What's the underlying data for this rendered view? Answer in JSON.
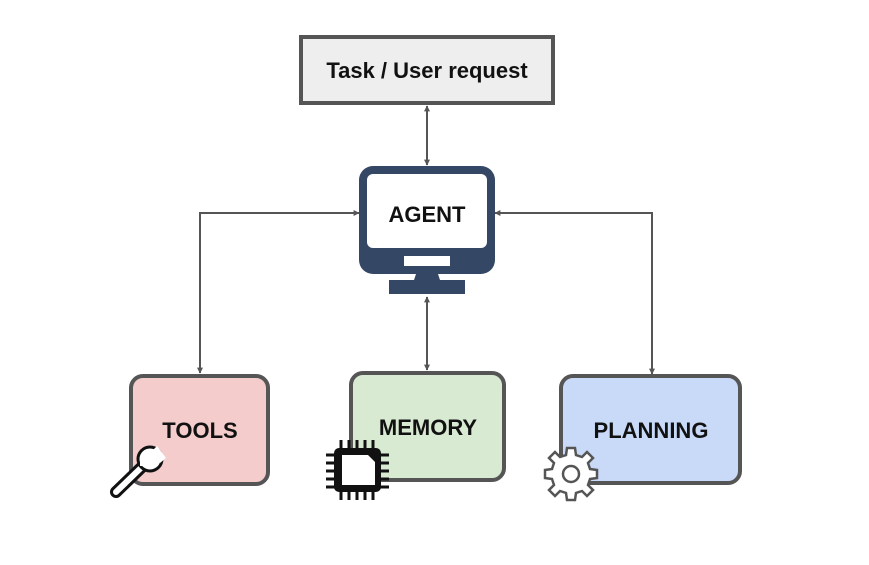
{
  "nodes": {
    "request": {
      "label": "Task / User request",
      "fill": "#eeeeee"
    },
    "agent": {
      "label": "AGENT",
      "fill": "#ffffff",
      "frame": "#344866"
    },
    "tools": {
      "label": "TOOLS",
      "fill": "#f4cccc"
    },
    "memory": {
      "label": "MEMORY",
      "fill": "#d9ead3"
    },
    "planning": {
      "label": "PLANNING",
      "fill": "#c9daf8"
    }
  },
  "colors": {
    "border": "#555555",
    "arrow": "#555555",
    "icon": "#111111"
  },
  "icons": [
    "wrench-icon",
    "chip-icon",
    "gear-icon"
  ],
  "connections": [
    {
      "from": "request",
      "to": "agent",
      "style": "bidirectional"
    },
    {
      "from": "agent",
      "to": "tools",
      "style": "bidirectional"
    },
    {
      "from": "agent",
      "to": "memory",
      "style": "bidirectional"
    },
    {
      "from": "agent",
      "to": "planning",
      "style": "bidirectional"
    }
  ]
}
